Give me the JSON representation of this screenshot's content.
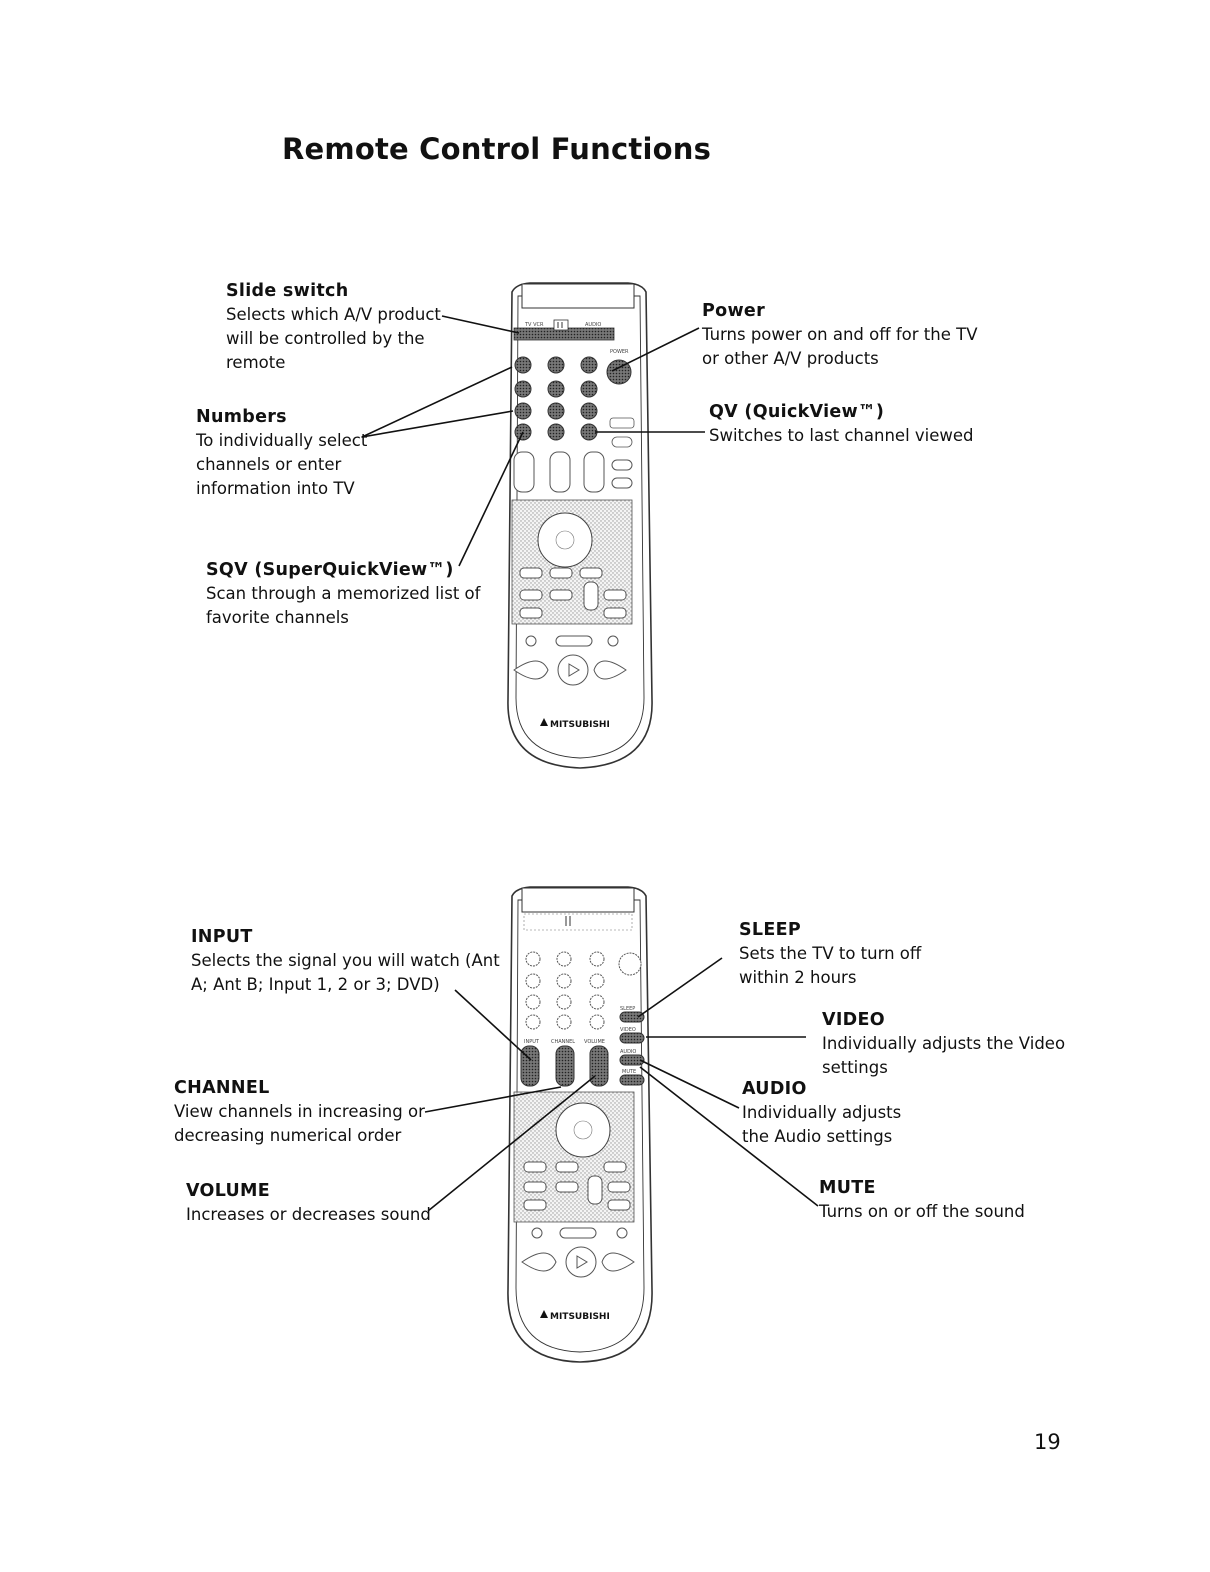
{
  "page": {
    "title": "Remote Control Functions",
    "page_number": "19"
  },
  "top_figure": {
    "slide_switch": {
      "heading": "Slide switch",
      "text": "Selects which A/V product\nwill be controlled by the\nremote"
    },
    "numbers": {
      "heading": "Numbers",
      "text": "To individually select\nchannels or enter\ninformation into TV"
    },
    "sqv": {
      "heading": "SQV (SuperQuickView™)",
      "text": "Scan through a memorized list of\nfavorite channels"
    },
    "power": {
      "heading": "Power",
      "text": "Turns power on and off for the TV\nor other A/V products"
    },
    "qv": {
      "heading": "QV (QuickView™)",
      "text": "Switches to last channel viewed"
    },
    "remote_labels": {
      "power": "POWER",
      "brand": "MITSUBISHI"
    }
  },
  "bottom_figure": {
    "input": {
      "heading": "INPUT",
      "text": "Selects the signal you will watch (Ant\nA; Ant B; Input 1, 2 or 3; DVD)"
    },
    "channel": {
      "heading": "CHANNEL",
      "text": "View channels in increasing or\ndecreasing numerical order"
    },
    "volume": {
      "heading": "VOLUME",
      "text": "Increases or decreases sound"
    },
    "sleep": {
      "heading": "SLEEP",
      "text": "Sets the TV to turn off\nwithin 2 hours"
    },
    "video": {
      "heading": "VIDEO",
      "text": "Individually adjusts the Video\nsettings"
    },
    "audio": {
      "heading": "AUDIO",
      "text": "Individually adjusts\nthe Audio settings"
    },
    "mute": {
      "heading": "MUTE",
      "text": "Turns on or off the sound"
    },
    "remote_labels": {
      "sleep": "SLEEP",
      "video": "VIDEO",
      "audio": "AUDIO",
      "mute": "MUTE",
      "input": "INPUT",
      "channel": "CHANNEL",
      "volume": "VOLUME",
      "brand": "MITSUBISHI"
    }
  }
}
